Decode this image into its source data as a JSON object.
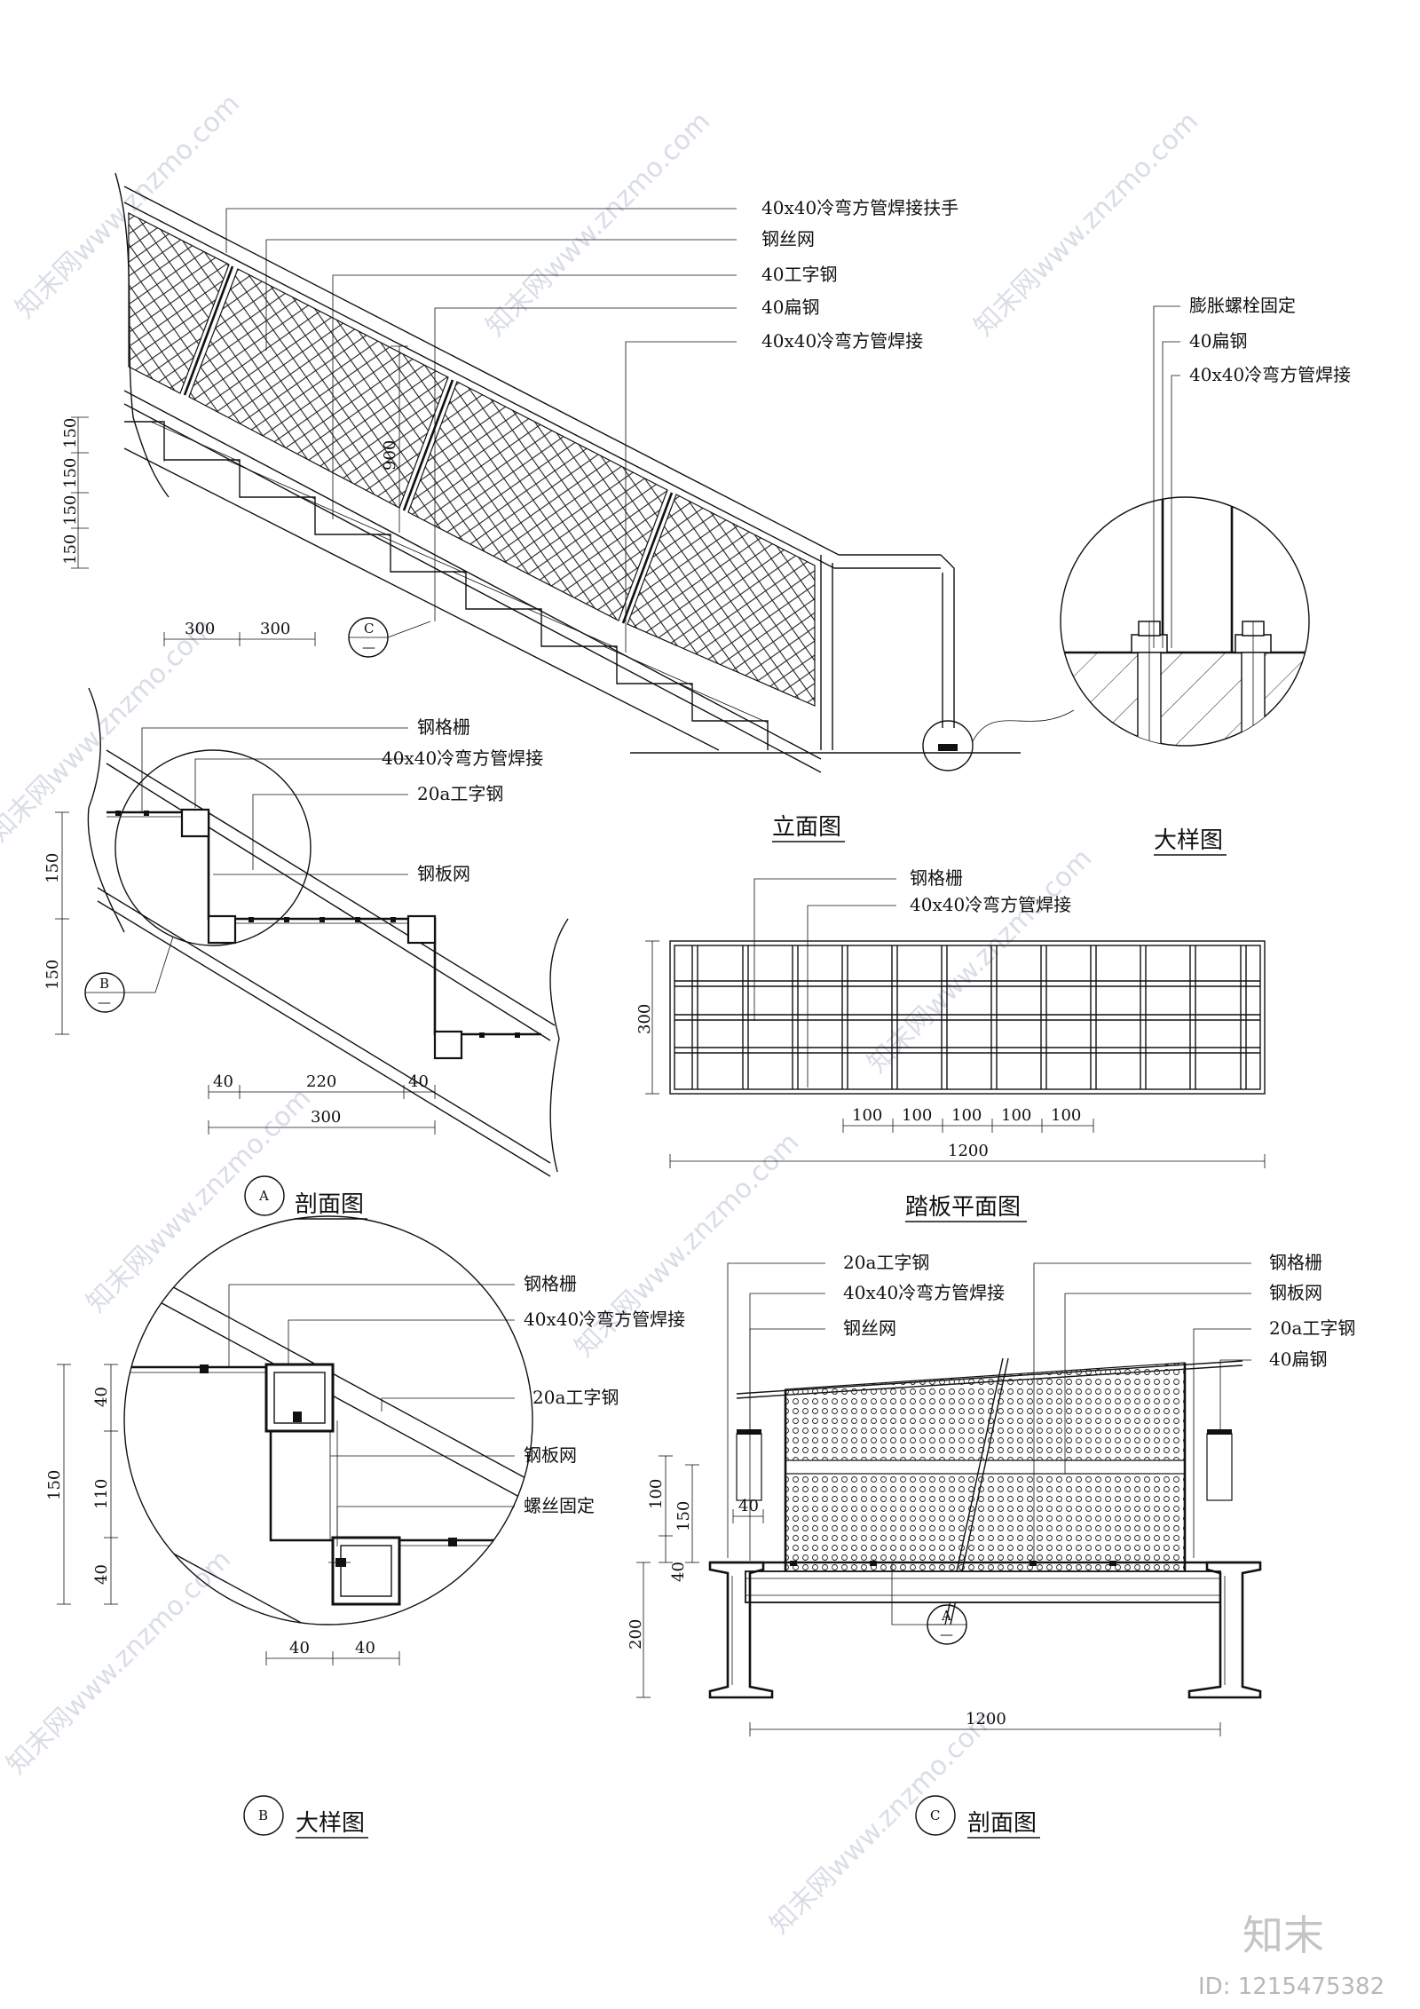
{
  "elevation": {
    "title": "立面图",
    "labels": [
      "40x40冷弯方管焊接扶手",
      "钢丝网",
      "40工字钢",
      "40扁钢",
      "40x40冷弯方管焊接"
    ],
    "dims_vertical": [
      "150",
      "150",
      "150",
      "150"
    ],
    "dims_horizontal": [
      "300",
      "300"
    ],
    "dim_height": "900",
    "bubble": {
      "letter": "C",
      "sub": "—"
    }
  },
  "detail_top": {
    "title": "大样图",
    "labels": [
      "膨胀螺栓固定",
      "40扁钢",
      "40x40冷弯方管焊接"
    ]
  },
  "section_a": {
    "title": "剖面图",
    "labels": [
      "钢格栅",
      "40x40冷弯方管焊接",
      "20a工字钢",
      "钢板网"
    ],
    "dims_vertical": [
      "150",
      "150"
    ],
    "dims_horizontal": [
      "40",
      "220",
      "40"
    ],
    "dim_total": "300",
    "bubble_b": {
      "letter": "B",
      "sub": "—"
    },
    "bubble_title": {
      "letter": "A"
    }
  },
  "tread_plan": {
    "title": "踏板平面图",
    "labels": [
      "钢格栅",
      "40x40冷弯方管焊接"
    ],
    "dim_height": "300",
    "dims_grid": [
      "100",
      "100",
      "100",
      "100",
      "100"
    ],
    "dim_total": "1200"
  },
  "detail_b": {
    "title": "大样图",
    "labels": [
      "钢格栅",
      "40x40冷弯方管焊接",
      "20a工字钢",
      "钢板网",
      "螺丝固定"
    ],
    "dims_vertical": [
      "40",
      "110",
      "40"
    ],
    "dim_total": "150",
    "dims_horizontal": [
      "40",
      "40"
    ],
    "bubble_title": {
      "letter": "B"
    }
  },
  "section_c": {
    "title": "剖面图",
    "labels_left": [
      "20a工字钢",
      "40x40冷弯方管焊接",
      "钢丝网"
    ],
    "labels_right": [
      "钢格栅",
      "钢板网",
      "20a工字钢",
      "40扁钢"
    ],
    "dims_inner": [
      "100",
      "40"
    ],
    "dim_150": "150",
    "dim_40w": "40",
    "dim_200": "200",
    "dim_total": "1200",
    "bubble_a": {
      "letter": "A",
      "sub": "—"
    },
    "bubble_title": {
      "letter": "C"
    }
  },
  "watermark": {
    "text": "知末网www.znzmo.com",
    "brand": "知末",
    "id": "ID: 1215475382"
  }
}
